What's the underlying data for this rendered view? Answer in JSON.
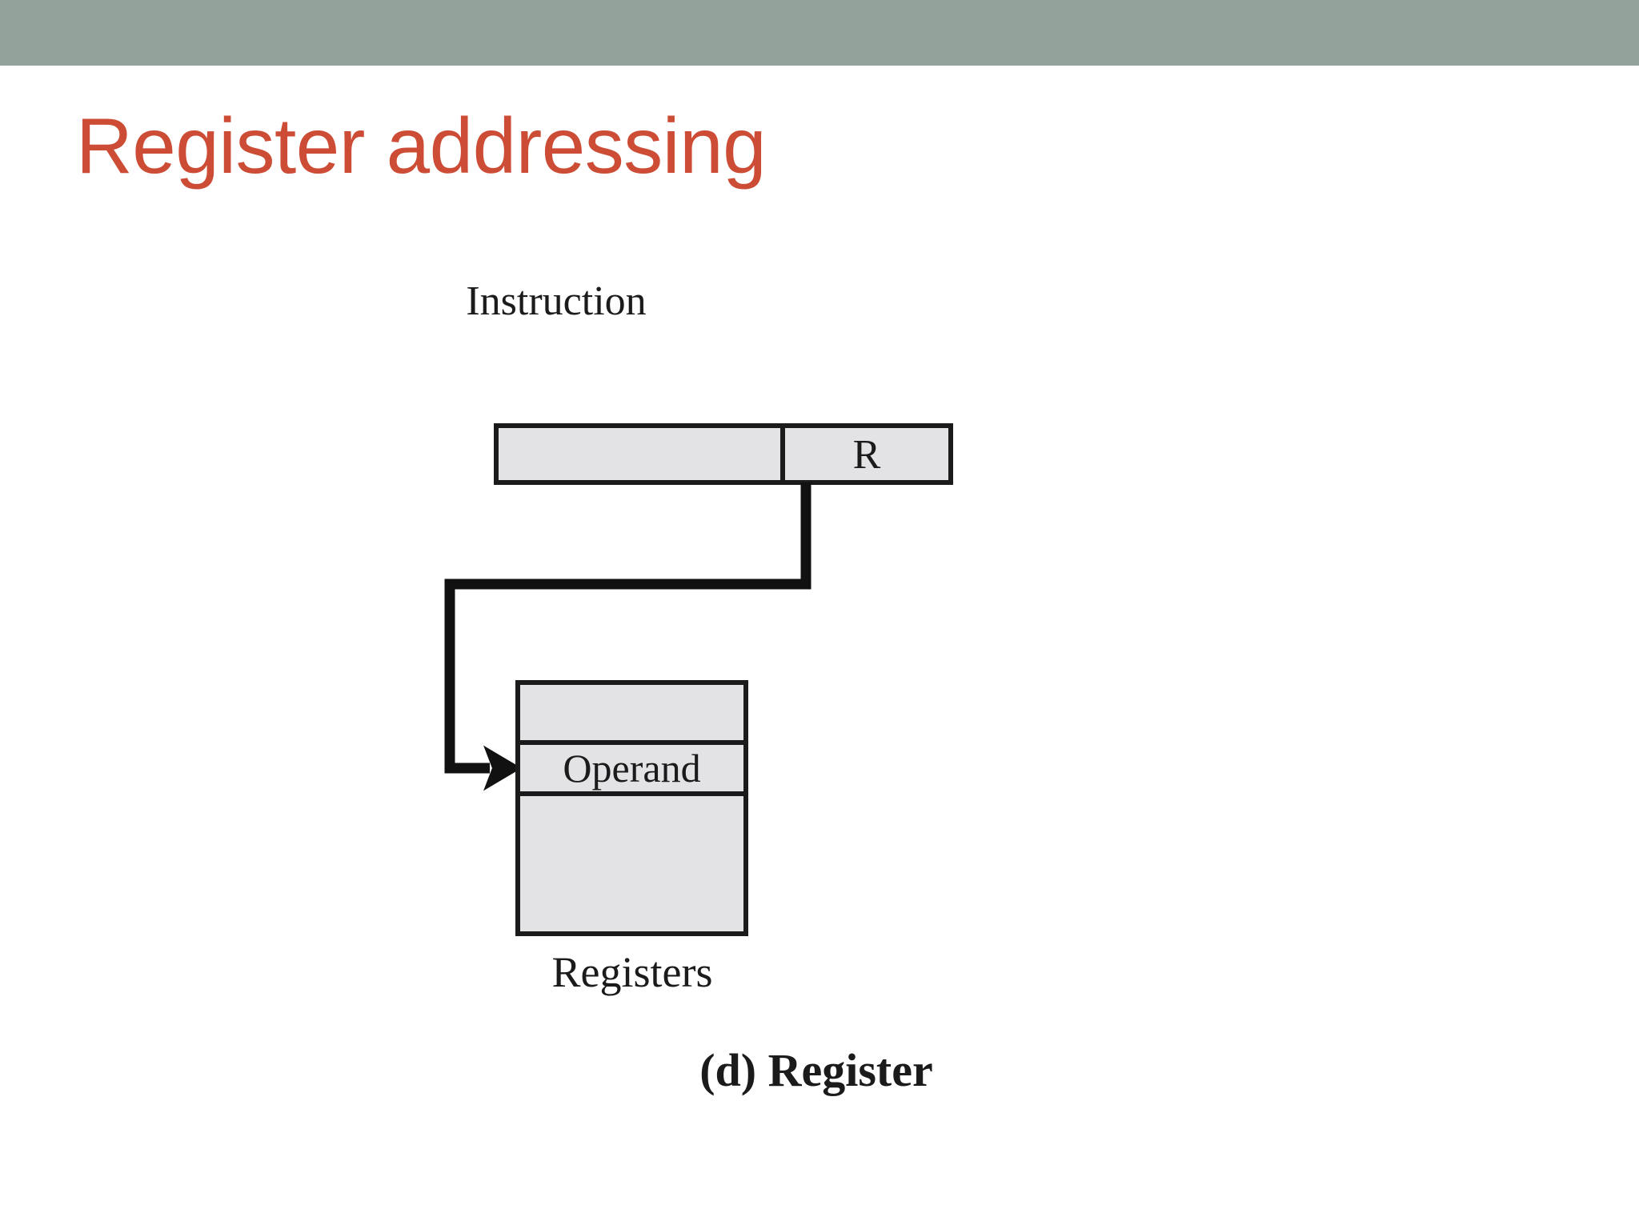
{
  "slide": {
    "title": "Register addressing",
    "title_color": "#cc4c35",
    "band_color": "#93a39c",
    "background_color": "#ffffff"
  },
  "figure": {
    "caption": "(d) Register",
    "box_fill": "#e3e2e4",
    "box_stroke": "#1b1b1b",
    "instruction": {
      "label": "Instruction",
      "fields": [
        {
          "name": "opcode-field",
          "text": ""
        },
        {
          "name": "register-field",
          "text": "R"
        }
      ]
    },
    "registers": {
      "label": "Registers",
      "rows": [
        {
          "name": "register-row-above",
          "text": ""
        },
        {
          "name": "register-row-operand",
          "text": "Operand"
        },
        {
          "name": "register-row-below",
          "text": ""
        }
      ]
    },
    "arrow": {
      "name": "register-to-operand-arrow",
      "from": "register-field",
      "to": "register-row-operand"
    }
  }
}
